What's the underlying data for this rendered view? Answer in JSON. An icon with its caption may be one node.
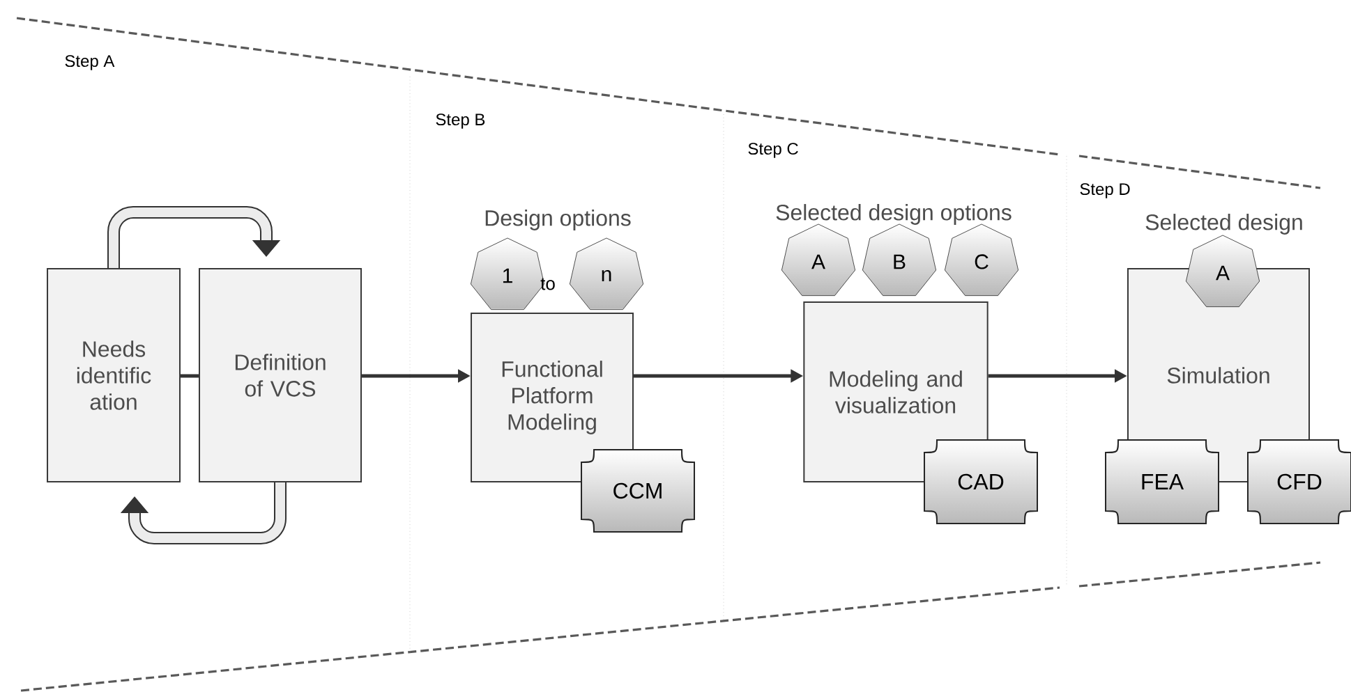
{
  "diagram": {
    "nodes": [
      {
        "text": [
          "Needs identific ation"
        ]
      },
      {
        "text": [
          "Definition of VCS"
        ]
      },
      {
        "text": [
          "1"
        ]
      },
      {
        "text": [
          "n"
        ]
      },
      {
        "text": [
          "Functional Platform Modeling"
        ]
      },
      {
        "text": [
          "CCM"
        ]
      },
      {
        "text": [
          "A"
        ]
      },
      {
        "text": [
          "B"
        ]
      },
      {
        "text": [
          "C"
        ]
      },
      {
        "text": [
          "Modeling and visualization"
        ]
      },
      {
        "text": [
          "CAD"
        ]
      },
      {
        "text": [
          "A"
        ]
      },
      {
        "text": [
          "Simulation"
        ]
      },
      {
        "text": [
          "FEA"
        ]
      },
      {
        "text": [
          "CFD"
        ]
      }
    ],
    "edges": [
      {
        "from": 0,
        "to": 1,
        "arrow": "to",
        "style": "thick"
      },
      {
        "from": 1,
        "to": 0,
        "arrow": "to",
        "style": "thick"
      },
      {
        "from": 0,
        "to": 1,
        "arrow": "none"
      },
      {
        "from": 1,
        "to": 4,
        "arrow": "to"
      },
      {
        "from": 4,
        "to": 9,
        "arrow": "to"
      },
      {
        "from": 9,
        "to": 12,
        "arrow": "to"
      }
    ],
    "labels": [
      "Step A",
      "Step B",
      "Design options",
      "to",
      "Step C",
      "Selected design options",
      "Step D",
      "Selected design"
    ]
  }
}
